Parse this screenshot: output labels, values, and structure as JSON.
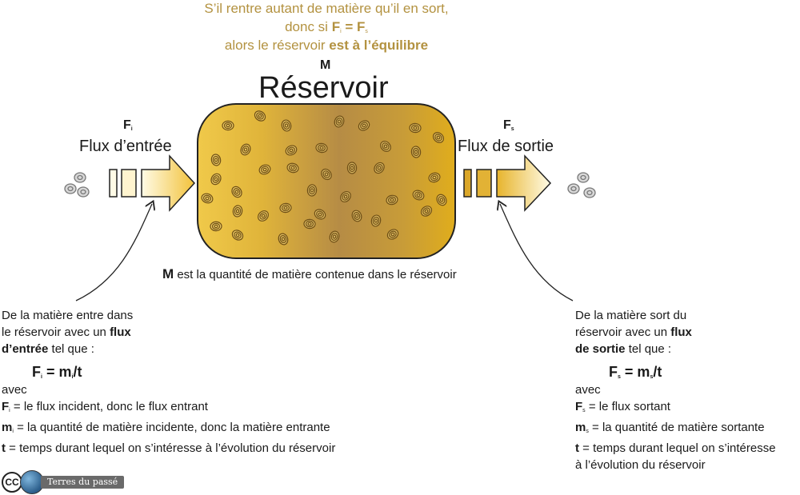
{
  "header": {
    "line1": "S’il rentre autant de matière qu’il en sort,",
    "line2_prefix": "donc si ",
    "line2_eq": "F",
    "line2_i": "i",
    "line2_mid": " = F",
    "line2_s": "s",
    "line3_prefix": "alors le réservoir ",
    "line3_bold": "est à l’équilibre"
  },
  "reservoir": {
    "symbol": "M",
    "title": "Réservoir",
    "caption_symbol": "M",
    "caption": " est la quantité de matière contenue dans le réservoir"
  },
  "inflow": {
    "symbol": "F",
    "sub": "i",
    "label": "Flux d’entrée",
    "note_line1": "De la matière entre dans",
    "note_line2": "le réservoir avec un ",
    "note_bold1": "flux",
    "note_bold2": "d’entrée",
    "note_line3": " tel que :",
    "formula_f": "F",
    "formula_fsub": "i",
    "formula_mid": " = m",
    "formula_msub": "i",
    "formula_end": "/t",
    "avec": "avec",
    "def1_sym": "F",
    "def1_sub": "i",
    "def1_text": " = le flux incident, donc le flux entrant",
    "def2_sym": "m",
    "def2_sub": "i",
    "def2_text": " = la quantité de matière incidente, donc la matière entrante",
    "def3_sym": "t",
    "def3_text": " = temps durant lequel on s’intéresse à l’évolution du réservoir"
  },
  "outflow": {
    "symbol": "F",
    "sub": "s",
    "label": "Flux de sortie",
    "note_line1": "De la matière sort du",
    "note_line2": "réservoir avec un ",
    "note_bold1": "flux",
    "note_bold2": "de sortie",
    "note_line3": " tel que :",
    "formula_f": "F",
    "formula_fsub": "s",
    "formula_mid": " = m",
    "formula_msub": "s",
    "formula_end": "/t",
    "avec": "avec",
    "def1_sym": "F",
    "def1_sub": "s",
    "def1_text": " = le flux sortant",
    "def2_sym": "m",
    "def2_sub": "s",
    "def2_text": " = la quantité de matière sortante",
    "def3_sym": "t",
    "def3_text": " = temps durant lequel on s’intéresse",
    "def3_text2": "à l’évolution du réservoir"
  },
  "footer": {
    "cc": "CC",
    "brand": "Terres du passé"
  },
  "colors": {
    "gold": "#b39240",
    "reservoir_light": "#e3bb3c",
    "reservoir_mid": "#c09440",
    "reservoir_dark": "#dcae2a"
  }
}
